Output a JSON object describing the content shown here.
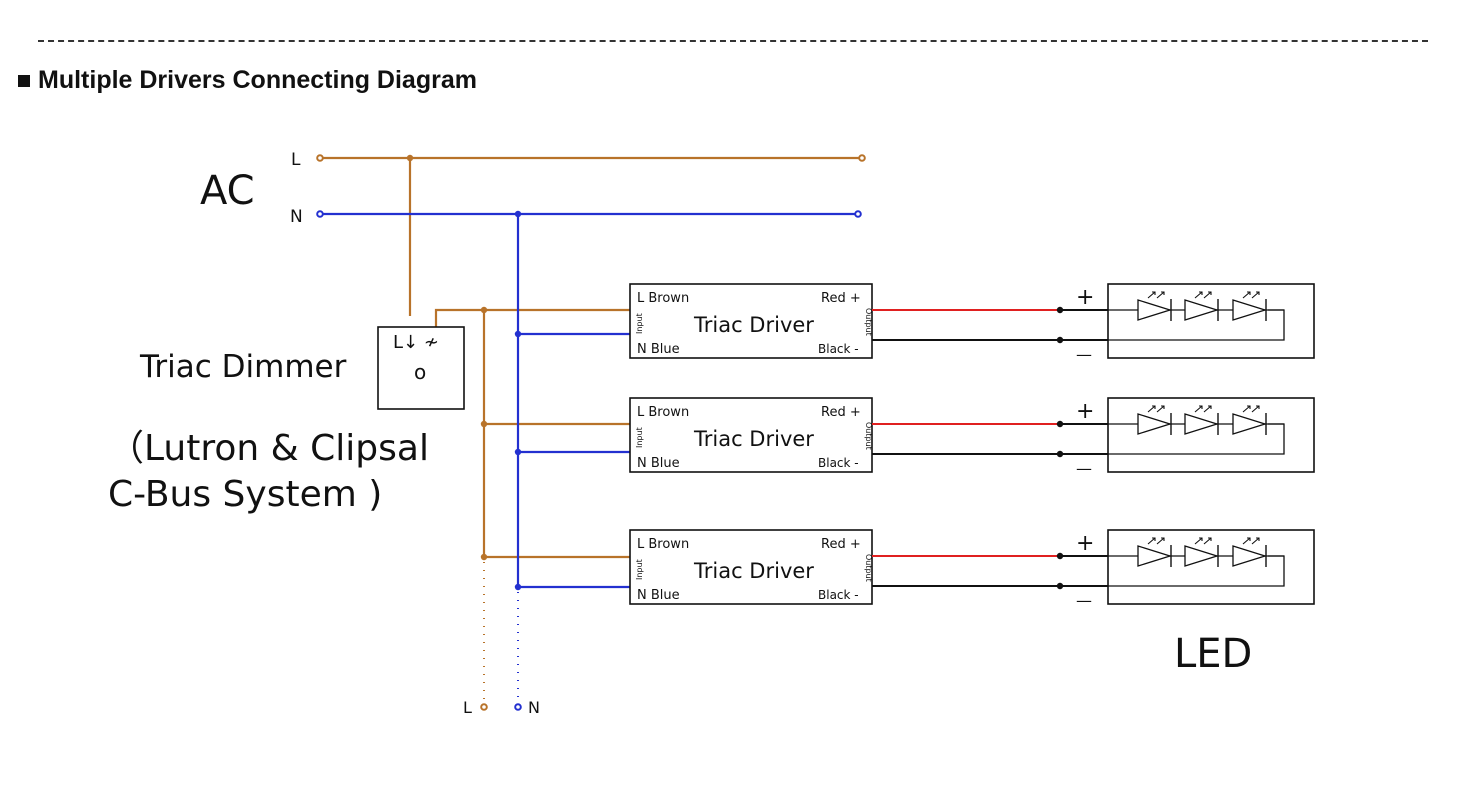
{
  "header": {
    "bullet": "■",
    "title": "Multiple Drivers Connecting Diagram"
  },
  "source": {
    "ac_label": "AC",
    "line_label": "L",
    "neutral_label": "N"
  },
  "dimmer": {
    "label": "Triac Dimmer",
    "symbol": "L↓ ≁",
    "knob": "o",
    "note_line1": "（Lutron & Clipsal",
    "note_line2": "C-Bus System )"
  },
  "drivers": [
    {
      "name": "Triac Driver",
      "in_l": "L Brown",
      "in_n": "N Blue",
      "out_pos": "Red +",
      "out_neg": "Black -",
      "input_side": "Input",
      "output_side": "Output"
    },
    {
      "name": "Triac Driver",
      "in_l": "L Brown",
      "in_n": "N Blue",
      "out_pos": "Red +",
      "out_neg": "Black -",
      "input_side": "Input",
      "output_side": "Output"
    },
    {
      "name": "Triac Driver",
      "in_l": "L Brown",
      "in_n": "N Blue",
      "out_pos": "Red +",
      "out_neg": "Black -",
      "input_side": "Input",
      "output_side": "Output"
    }
  ],
  "led": {
    "label": "LED",
    "plus": "+",
    "minus": "—"
  },
  "continuation": {
    "l_label": "L",
    "n_label": "N"
  },
  "colors": {
    "live": "#b8732a",
    "neutral": "#2330d0",
    "positive": "#e02020",
    "negative": "#111111"
  }
}
